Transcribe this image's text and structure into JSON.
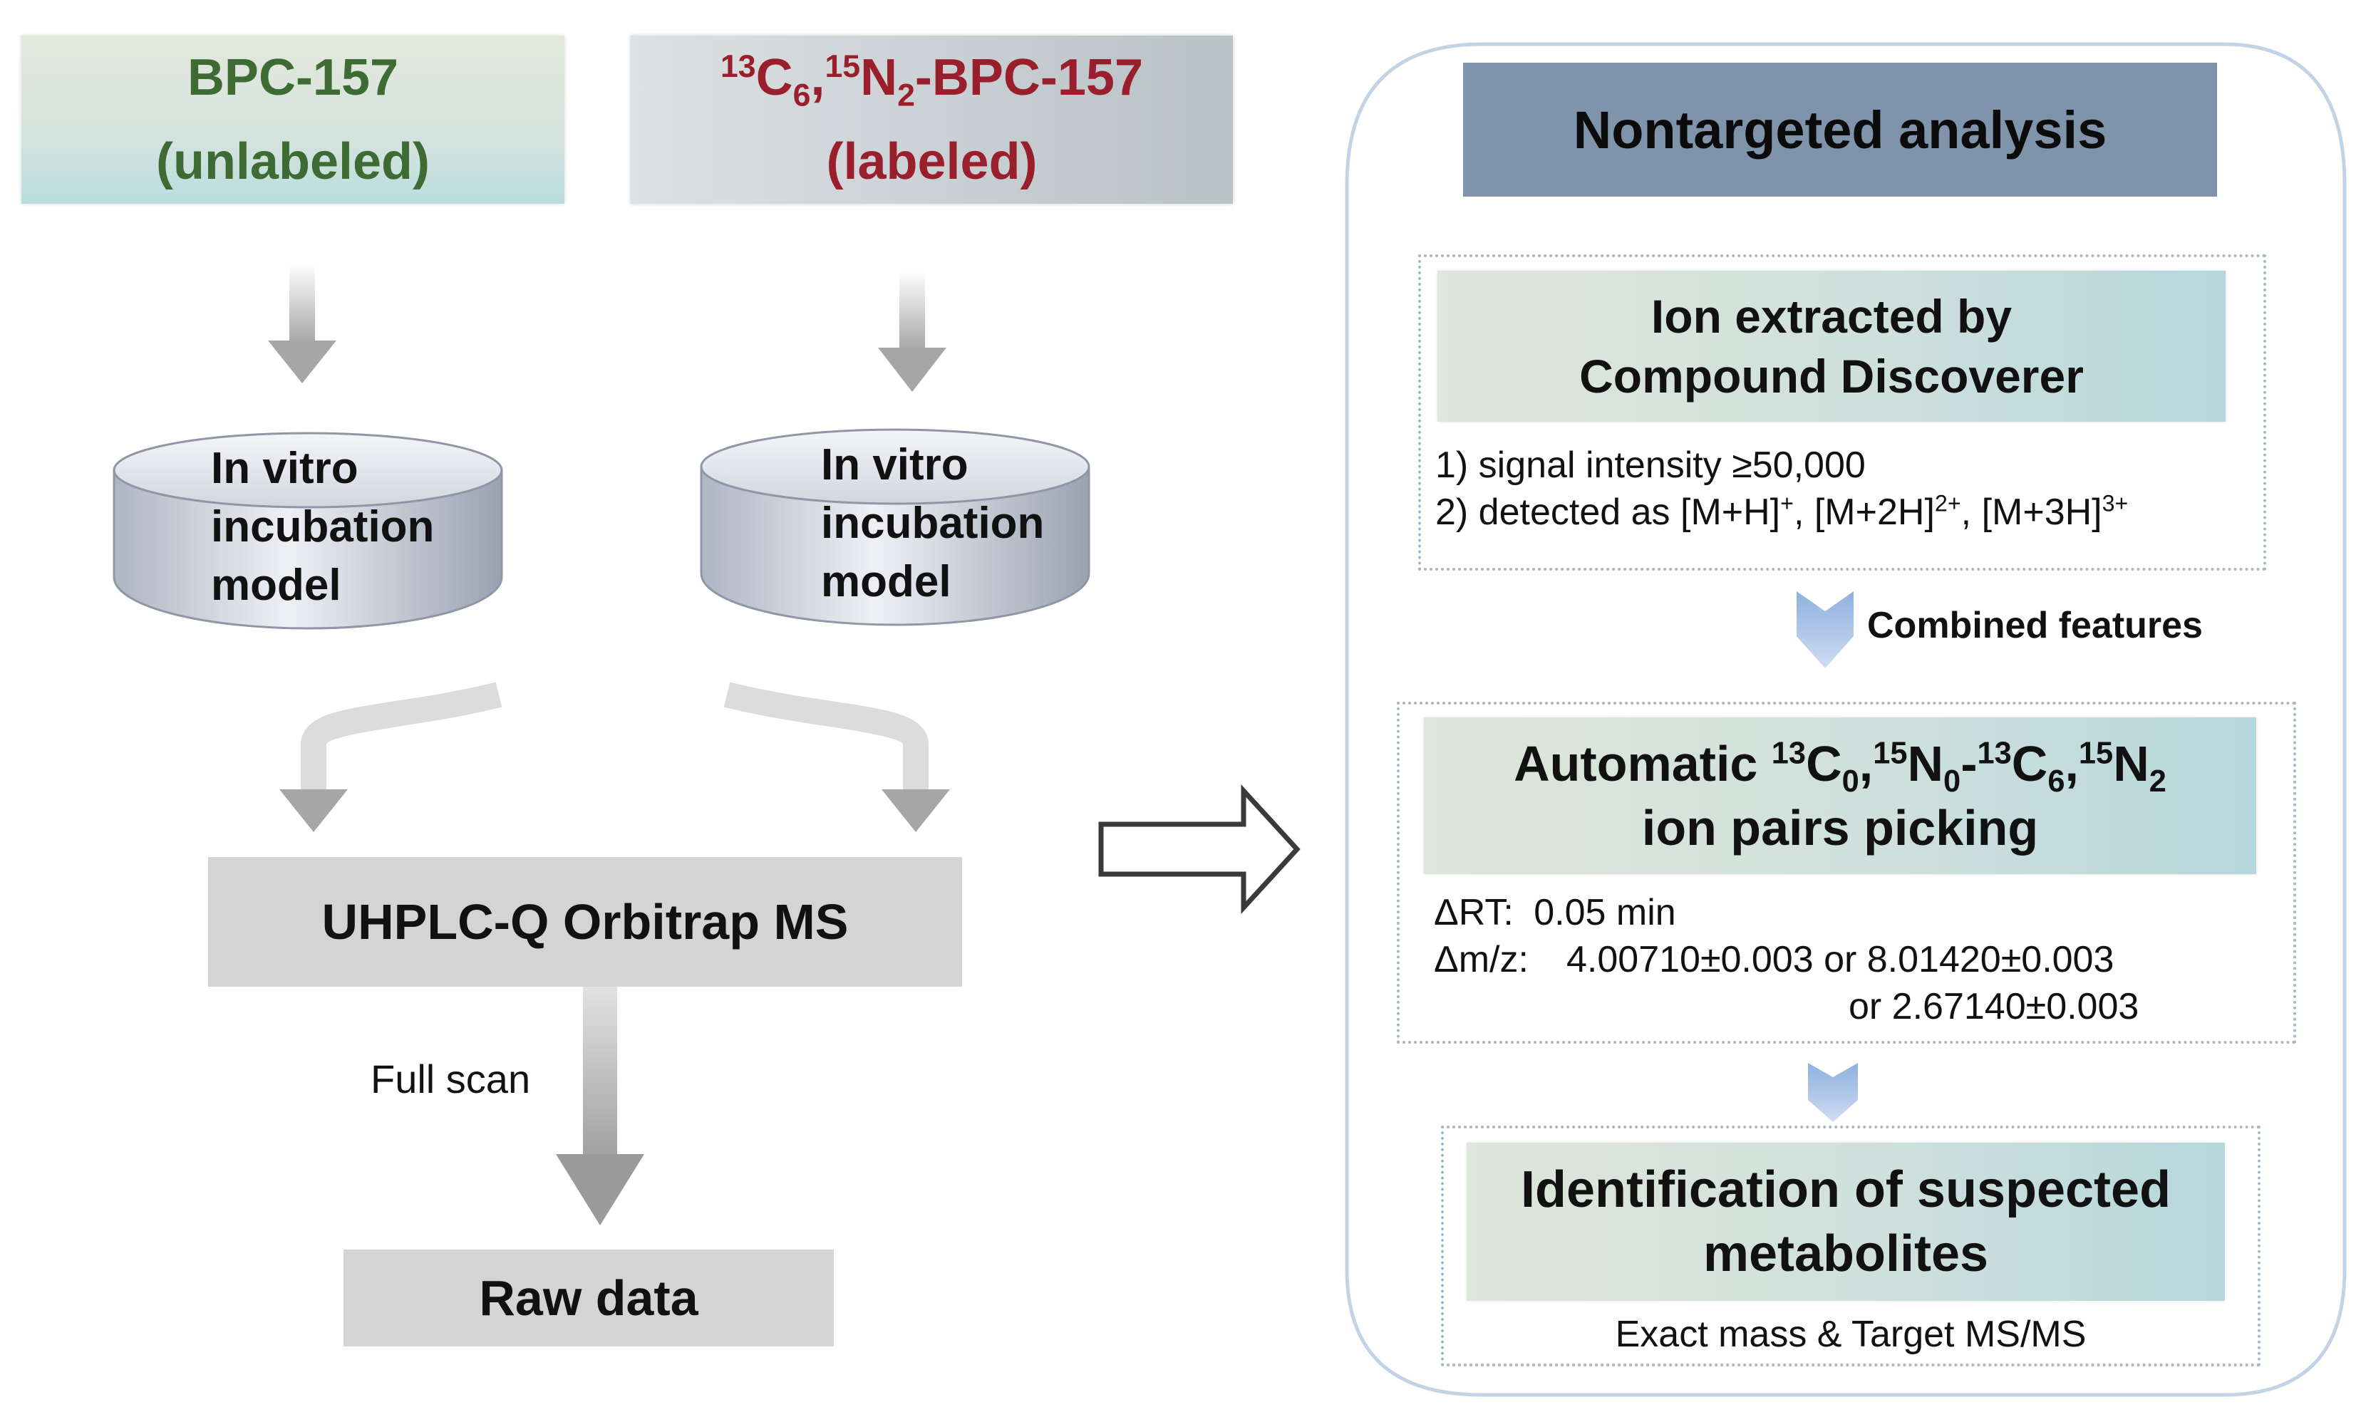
{
  "top_left_box": {
    "line1": "BPC-157",
    "line2": "(unlabeled)"
  },
  "top_right_box": {
    "iso1": "13",
    "element1": "C",
    "count1": "6",
    "separator": ",",
    "iso2": "15",
    "element2": "N",
    "count2": "2",
    "suffix": "-BPC-157",
    "line2": "(labeled)"
  },
  "cylinder_left": {
    "line1": "In vitro",
    "line2": "incubation",
    "line3": "model"
  },
  "cylinder_right": {
    "line1": "In vitro",
    "line2": "incubation",
    "line3": "model"
  },
  "ms_box": {
    "label": "UHPLC-Q Orbitrap MS"
  },
  "full_scan": {
    "label": "Full scan"
  },
  "raw_box": {
    "label": "Raw data"
  },
  "panel": {
    "title": "Nontargeted analysis",
    "step1": {
      "title_line1": "Ion extracted by",
      "title_line2": "Compound Discoverer",
      "criteria1": "1) signal intensity ≥50,000",
      "criteria2_prefix": "2) detected as [M+H]",
      "criteria2_sup1": "+",
      "criteria2_mid1": ", [M+2H]",
      "criteria2_sup2": "2+",
      "criteria2_mid2": ", [M+3H]",
      "criteria2_sup3": "3+"
    },
    "combined_label": "Combined features",
    "step2": {
      "title_prefix": "Automatic ",
      "iso_a": "13",
      "el_a": "C",
      "n_a": "0",
      "sep_a": ",",
      "iso_b": "15",
      "el_b": "N",
      "n_b": "0",
      "dash": "-",
      "iso_c": "13",
      "el_c": "C",
      "n_c": "6",
      "sep_c": ",",
      "iso_d": "15",
      "el_d": "N",
      "n_d": "2",
      "title_line2": "ion pairs picking",
      "rt_label": "ΔRT:",
      "rt_value": "0.05 min",
      "mz_label": "Δm/z:",
      "mz_value1": "4.00710±0.003 or 8.01420±0.003",
      "mz_value2": "or 2.67140±0.003"
    },
    "step3": {
      "title_line1": "Identification of suspected",
      "title_line2": "metabolites",
      "note": "Exact mass & Target MS/MS"
    }
  },
  "colors": {
    "unlabeled_text": "#3d6b33",
    "labeled_text": "#9a1f2c",
    "panel_title_bg": "#7f93ab",
    "chevron": "#aec4e6",
    "panel_border": "#c3d3e6"
  }
}
